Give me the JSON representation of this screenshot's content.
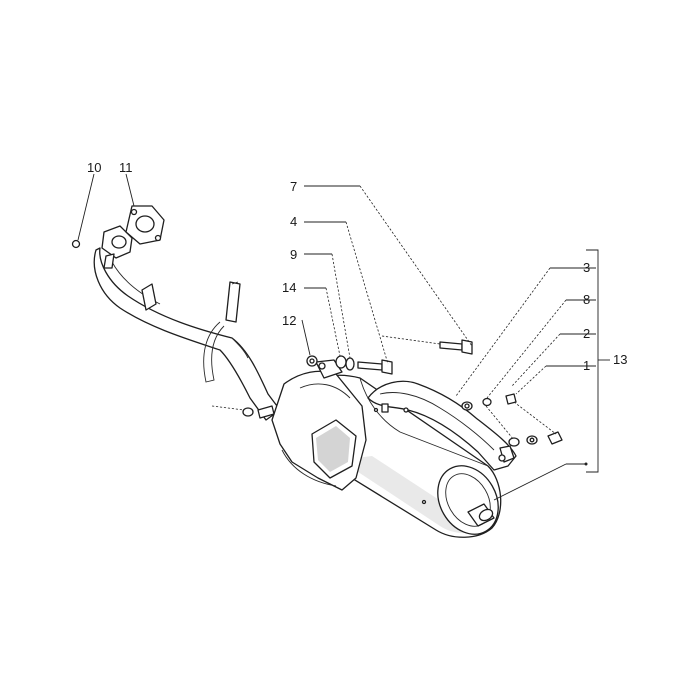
{
  "callouts": [
    {
      "id": "10",
      "label": "10"
    },
    {
      "id": "11",
      "label": "11"
    },
    {
      "id": "7",
      "label": "7"
    },
    {
      "id": "4",
      "label": "4"
    },
    {
      "id": "9",
      "label": "9"
    },
    {
      "id": "14",
      "label": "14"
    },
    {
      "id": "12",
      "label": "12"
    },
    {
      "id": "3",
      "label": "3"
    },
    {
      "id": "8",
      "label": "8"
    },
    {
      "id": "2",
      "label": "2"
    },
    {
      "id": "1",
      "label": "1"
    },
    {
      "id": "13",
      "label": "13"
    }
  ]
}
